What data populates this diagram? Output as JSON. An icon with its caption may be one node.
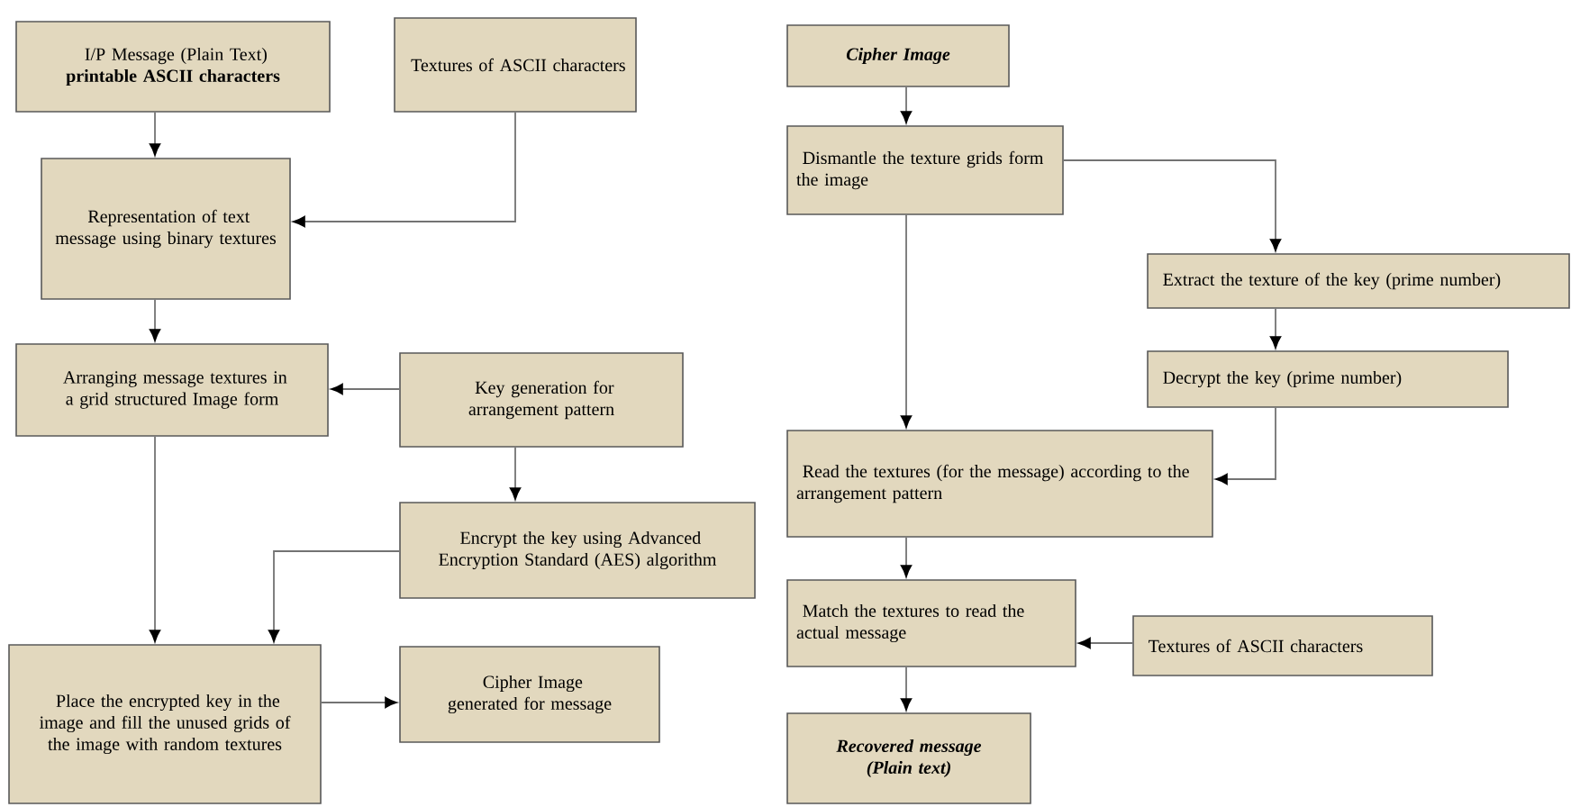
{
  "diagram": {
    "nodes": [
      {
        "text": [
          "I/P Message (Plain Text)",
          "printable ASCII characters"
        ]
      },
      {
        "text": [
          "Textures of ASCII characters"
        ]
      },
      {
        "text": [
          "Representation of text message using binary textures"
        ]
      },
      {
        "text": [
          "Arranging message textures in a grid structured Image form"
        ]
      },
      {
        "text": [
          "Key generation for arrangement pattern"
        ]
      },
      {
        "text": [
          "Encrypt the key using Advanced Encryption Standard (AES) algorithm"
        ]
      },
      {
        "text": [
          "Place the encrypted key in the image and fill the unused grids of the image with random textures"
        ]
      },
      {
        "text": [
          "Cipher Image generated for message"
        ]
      },
      {
        "text": [
          "Cipher Image"
        ]
      },
      {
        "text": [
          "Dismantle the texture grids form the image"
        ]
      },
      {
        "text": [
          "Extract the texture of the key (prime number)"
        ]
      },
      {
        "text": [
          "Decrypt the key (prime number)"
        ]
      },
      {
        "text": [
          "Read the textures (for the message) according to the arrangement pattern"
        ]
      },
      {
        "text": [
          "Match the textures to read the actual message"
        ]
      },
      {
        "text": [
          "Textures of ASCII characters"
        ]
      },
      {
        "text": [
          "Recovered message (Plain text)"
        ]
      }
    ],
    "edges": [
      {
        "from": 0,
        "to": 2,
        "arrow": "to"
      },
      {
        "from": 1,
        "to": 2,
        "arrow": "to"
      },
      {
        "from": 2,
        "to": 3,
        "arrow": "to"
      },
      {
        "from": 4,
        "to": 3,
        "arrow": "to"
      },
      {
        "from": 4,
        "to": 5,
        "arrow": "to"
      },
      {
        "from": 3,
        "to": 6,
        "arrow": "to"
      },
      {
        "from": 5,
        "to": 6,
        "arrow": "to"
      },
      {
        "from": 6,
        "to": 7,
        "arrow": "to"
      },
      {
        "from": 8,
        "to": 9,
        "arrow": "to"
      },
      {
        "from": 9,
        "to": 10,
        "arrow": "to"
      },
      {
        "from": 10,
        "to": 11,
        "arrow": "to"
      },
      {
        "from": 11,
        "to": 12,
        "arrow": "to"
      },
      {
        "from": 9,
        "to": 12,
        "arrow": "to"
      },
      {
        "from": 12,
        "to": 13,
        "arrow": "to"
      },
      {
        "from": 14,
        "to": 13,
        "arrow": "to"
      },
      {
        "from": 13,
        "to": 15,
        "arrow": "to"
      }
    ]
  }
}
